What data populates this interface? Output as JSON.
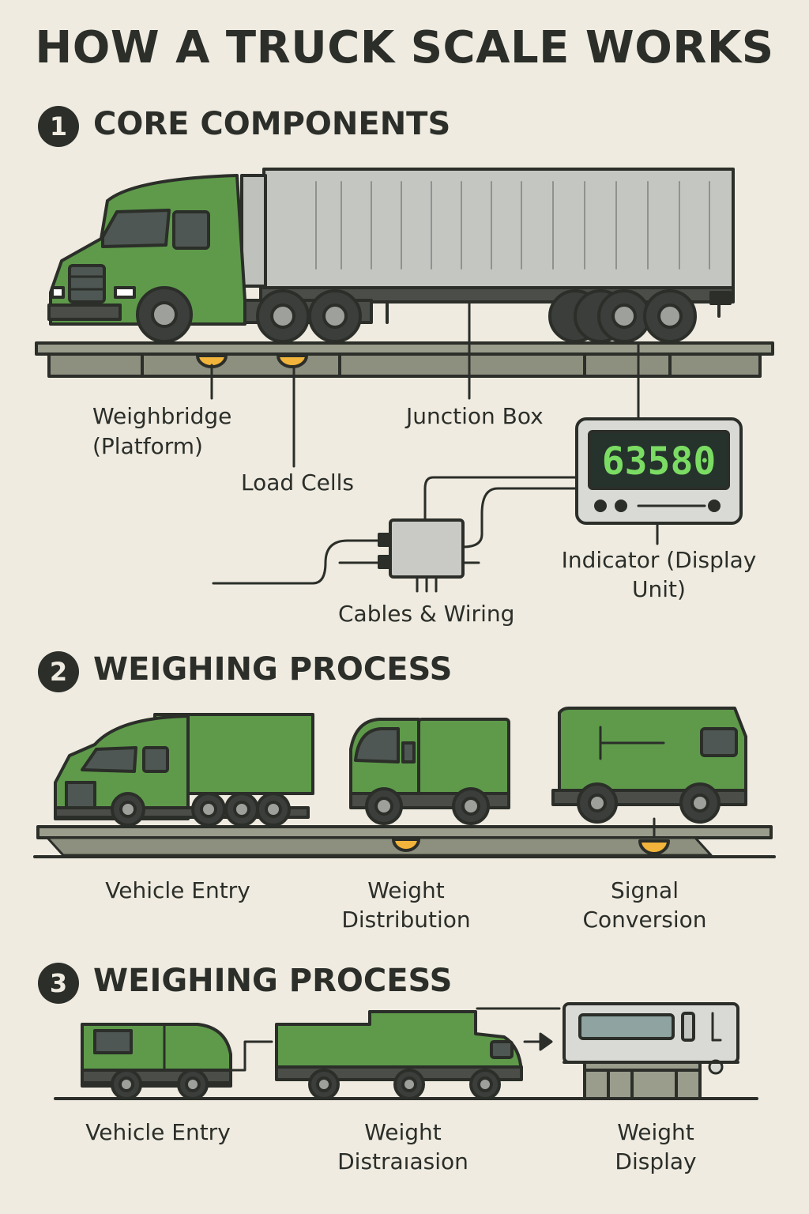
{
  "title": "HOW A TRUCK SCALE WORKS",
  "colors": {
    "background": "#efebe0",
    "truck_green": "#5e9a4a",
    "trailer_gray": "#c4c6c2",
    "outline": "#2b2e29",
    "load_cell_amber": "#f2b43a",
    "display_digits": "#7bdc63"
  },
  "sections": [
    {
      "number": "1",
      "title": "CORE COMPONENTS",
      "labels": {
        "weighbridge": [
          "Weighbridge",
          "(Platform)"
        ],
        "load_cells": "Load Cells",
        "junction_box": "Junction Box",
        "indicator": [
          "Indicator (Display",
          "Unit)"
        ],
        "cables": "Cables & Wiring"
      },
      "display_reading": "63580"
    },
    {
      "number": "2",
      "title": "WEIGHING PROCESS",
      "steps": [
        [
          "Vehicle Entry"
        ],
        [
          "Weight",
          "Distribution"
        ],
        [
          "Signal",
          "Conversion"
        ]
      ]
    },
    {
      "number": "3",
      "title": "WEIGHING PROCESS",
      "steps": [
        [
          "Vehicle Entry"
        ],
        [
          "Weight",
          "Distraıasion"
        ],
        [
          "Weight",
          "Display"
        ]
      ]
    }
  ]
}
